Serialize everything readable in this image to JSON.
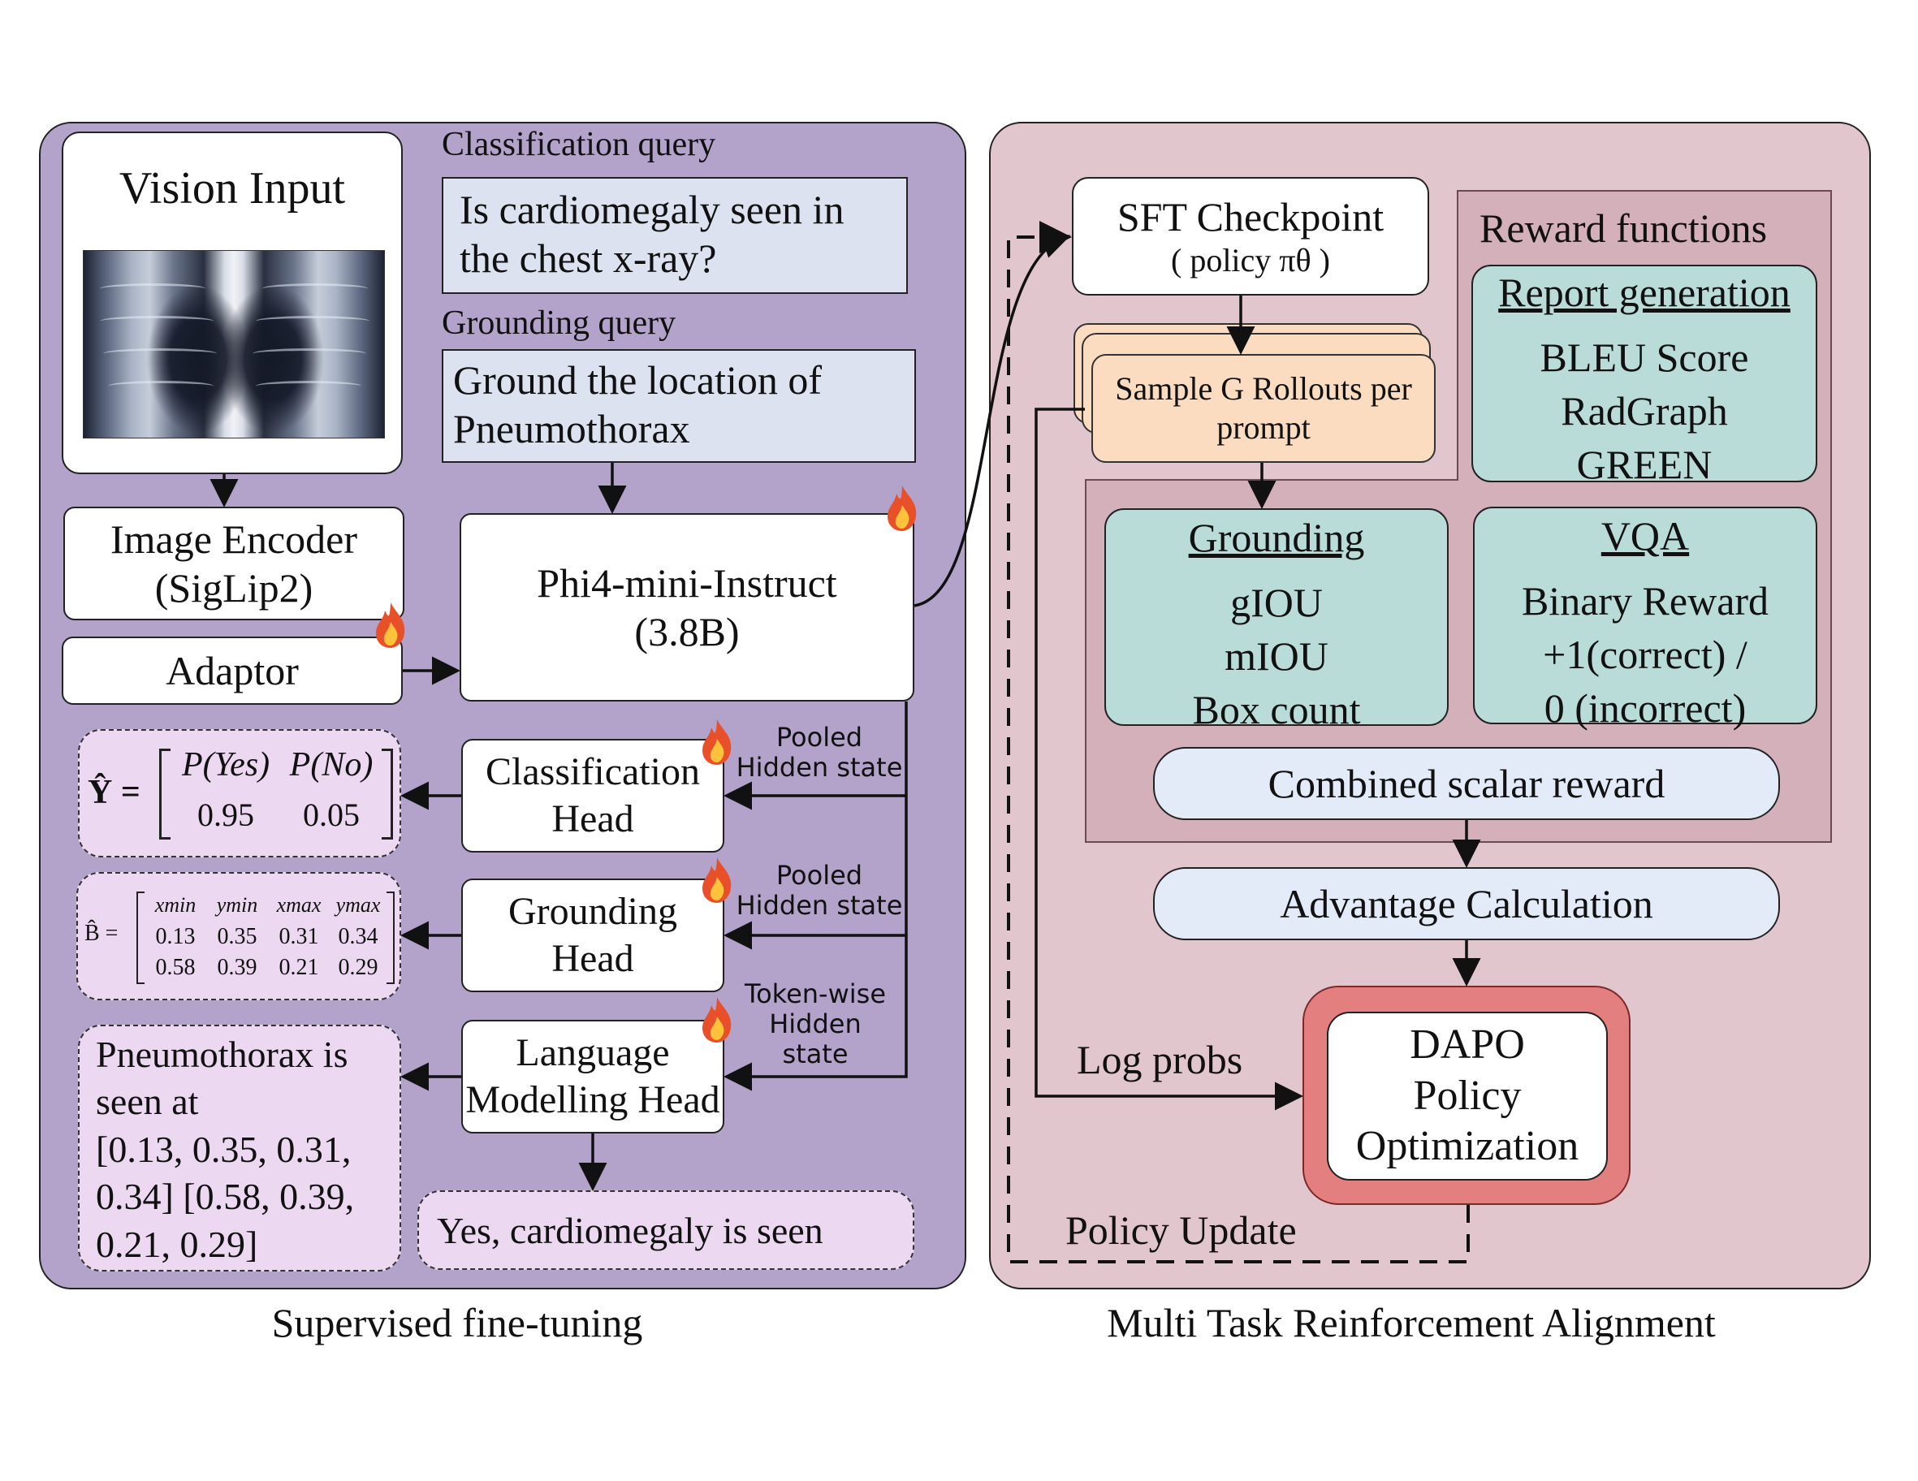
{
  "sft": {
    "caption": "Supervised fine-tuning",
    "vision_input": "Vision Input",
    "classification_query_label": "Classification query",
    "classification_query": [
      "Is cardiomegaly seen in",
      "the chest x-ray?"
    ],
    "grounding_query_label": "Grounding query",
    "grounding_query": [
      "Ground the location of",
      "Pneumothorax"
    ],
    "image_encoder": [
      "Image Encoder",
      "(SigLip2)"
    ],
    "adaptor": "Adaptor",
    "llm": [
      "Phi4-mini-Instruct",
      "(3.8B)"
    ],
    "classification_head": [
      "Classification",
      "Head"
    ],
    "grounding_head": [
      "Grounding",
      "Head"
    ],
    "lm_head": [
      "Language",
      "Modelling Head"
    ],
    "pooled_hidden_1": [
      "Pooled",
      "Hidden state"
    ],
    "pooled_hidden_2": [
      "Pooled",
      "Hidden state"
    ],
    "token_hidden": [
      "Token-wise",
      "Hidden",
      "state"
    ],
    "y_hat": {
      "lhs": "Ŷ =",
      "head": [
        "P(Yes)",
        "P(No)"
      ],
      "vals": [
        "0.95",
        "0.05"
      ]
    },
    "b_hat": {
      "lhs": "B̂ =",
      "head": [
        "xmin",
        "ymin",
        "xmax",
        "ymax"
      ],
      "rows": [
        [
          "0.13",
          "0.35",
          "0.31",
          "0.34"
        ],
        [
          "0.58",
          "0.39",
          "0.21",
          "0.29"
        ]
      ]
    },
    "grounding_output": [
      "Pneumothorax is",
      "seen at",
      "[0.13, 0.35, 0.31,",
      "0.34] [0.58, 0.39,",
      "0.21, 0.29]"
    ],
    "vqa_output": "Yes, cardiomegaly is seen"
  },
  "rl": {
    "caption": "Multi Task Reinforcement Alignment",
    "sft_checkpoint": "SFT Checkpoint",
    "policy": "( policy πθ )",
    "rollouts": [
      "Sample G Rollouts per",
      "prompt"
    ],
    "reward_functions": "Reward functions",
    "report_generation": {
      "title": "Report generation",
      "items": [
        "BLEU Score",
        "RadGraph",
        "GREEN"
      ]
    },
    "grounding": {
      "title": "Grounding",
      "items": [
        "gIOU",
        "mIOU",
        "Box count"
      ]
    },
    "vqa": {
      "title": "VQA",
      "items": [
        "Binary Reward",
        "+1(correct) /",
        "0 (incorrect)"
      ]
    },
    "combined_reward": "Combined scalar reward",
    "advantage": "Advantage Calculation",
    "dapo": [
      "DAPO",
      "Policy",
      "Optimization"
    ],
    "log_probs": "Log probs",
    "policy_update": "Policy Update"
  },
  "colors": {
    "sft_panel": "#b3a3cb",
    "rl_panel": "#e2c6ce",
    "query_box": "#dce2ef",
    "output_box": "#ecd9f1",
    "reward_box": "#b9dcd8",
    "calc_box": "#e3ebf8",
    "rollout_box": "#fbdcc1",
    "dapo_outer": "#e47f7f",
    "flame": "#e8502a"
  }
}
